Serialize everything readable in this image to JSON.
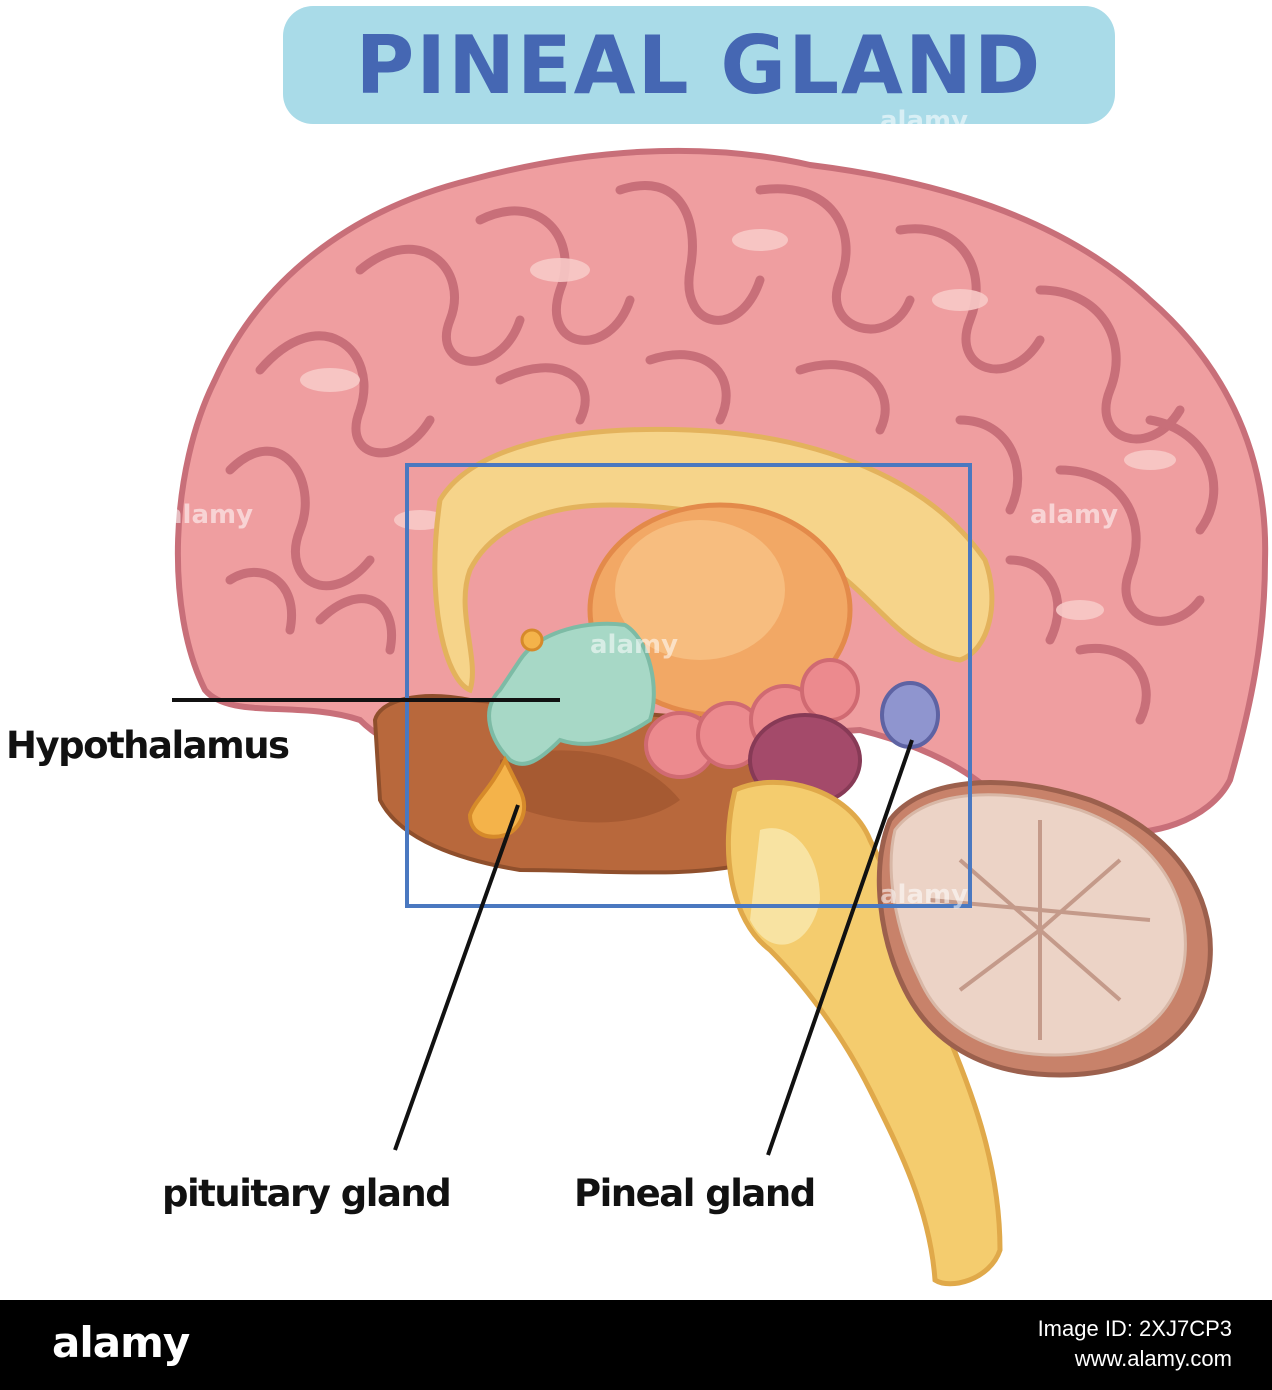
{
  "title": "PINEAL GLAND",
  "labels": {
    "hypothalamus": "Hypothalamus",
    "pituitary": "pituitary gland",
    "pineal": "Pineal gland"
  },
  "watermark": "alamy",
  "footer": {
    "logo": "alamy",
    "image_id": "Image ID: 2XJ7CP3",
    "url": "www.alamy.com"
  },
  "colors": {
    "title_bg": "#a9dbe8",
    "title_text": "#4567b3",
    "highlight_box": "#4a78c0",
    "cerebrum": "#ef9ea0",
    "cerebrum_outline": "#c86f79",
    "pineal": "#8f95cf"
  }
}
